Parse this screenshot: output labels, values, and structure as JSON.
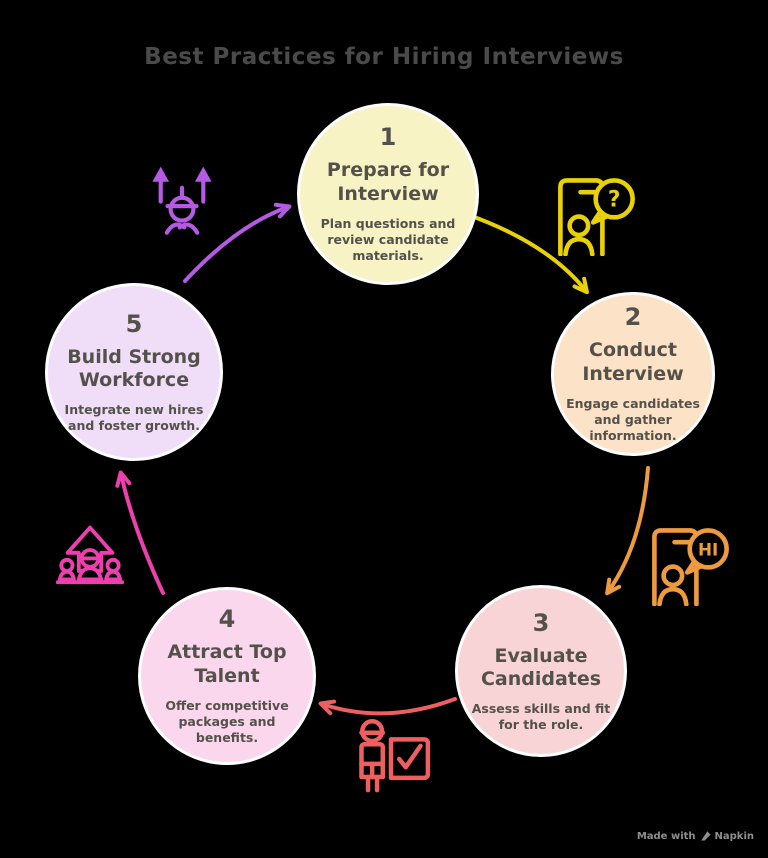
{
  "title": "Best Practices for Hiring Interviews",
  "colors": {
    "background": "#000000",
    "title": "#4a4a4a",
    "step_text": "#54514b",
    "watermark": "#8f8f8f"
  },
  "steps": [
    {
      "number": "1",
      "title": "Prepare for Interview",
      "description": "Plan questions and review candidate materials.",
      "fill": "#f8f3c5",
      "accent": "#e8d106",
      "icon": "interview-question-icon",
      "bubble_text": "?"
    },
    {
      "number": "2",
      "title": "Conduct Interview",
      "description": "Engage candidates and gather information.",
      "fill": "#fce2c7",
      "accent": "#ee9b40",
      "icon": "candidate-greeting-icon",
      "bubble_text": "HI"
    },
    {
      "number": "3",
      "title": "Evaluate Candidates",
      "description": "Assess skills and fit for the role.",
      "fill": "#f9d4d6",
      "accent": "#ee5f5f",
      "icon": "evaluation-board-icon"
    },
    {
      "number": "4",
      "title": "Attract Top Talent",
      "description": "Offer competitive packages and benefits.",
      "fill": "#fbd7ee",
      "accent": "#ee3fae",
      "icon": "team-growth-icon"
    },
    {
      "number": "5",
      "title": "Build Strong Workforce",
      "description": "Integrate new hires and foster growth.",
      "fill": "#f0def8",
      "accent": "#b55ae3",
      "icon": "person-promotion-icon"
    }
  ],
  "watermark": {
    "prefix": "Made with",
    "brand": "Napkin"
  }
}
